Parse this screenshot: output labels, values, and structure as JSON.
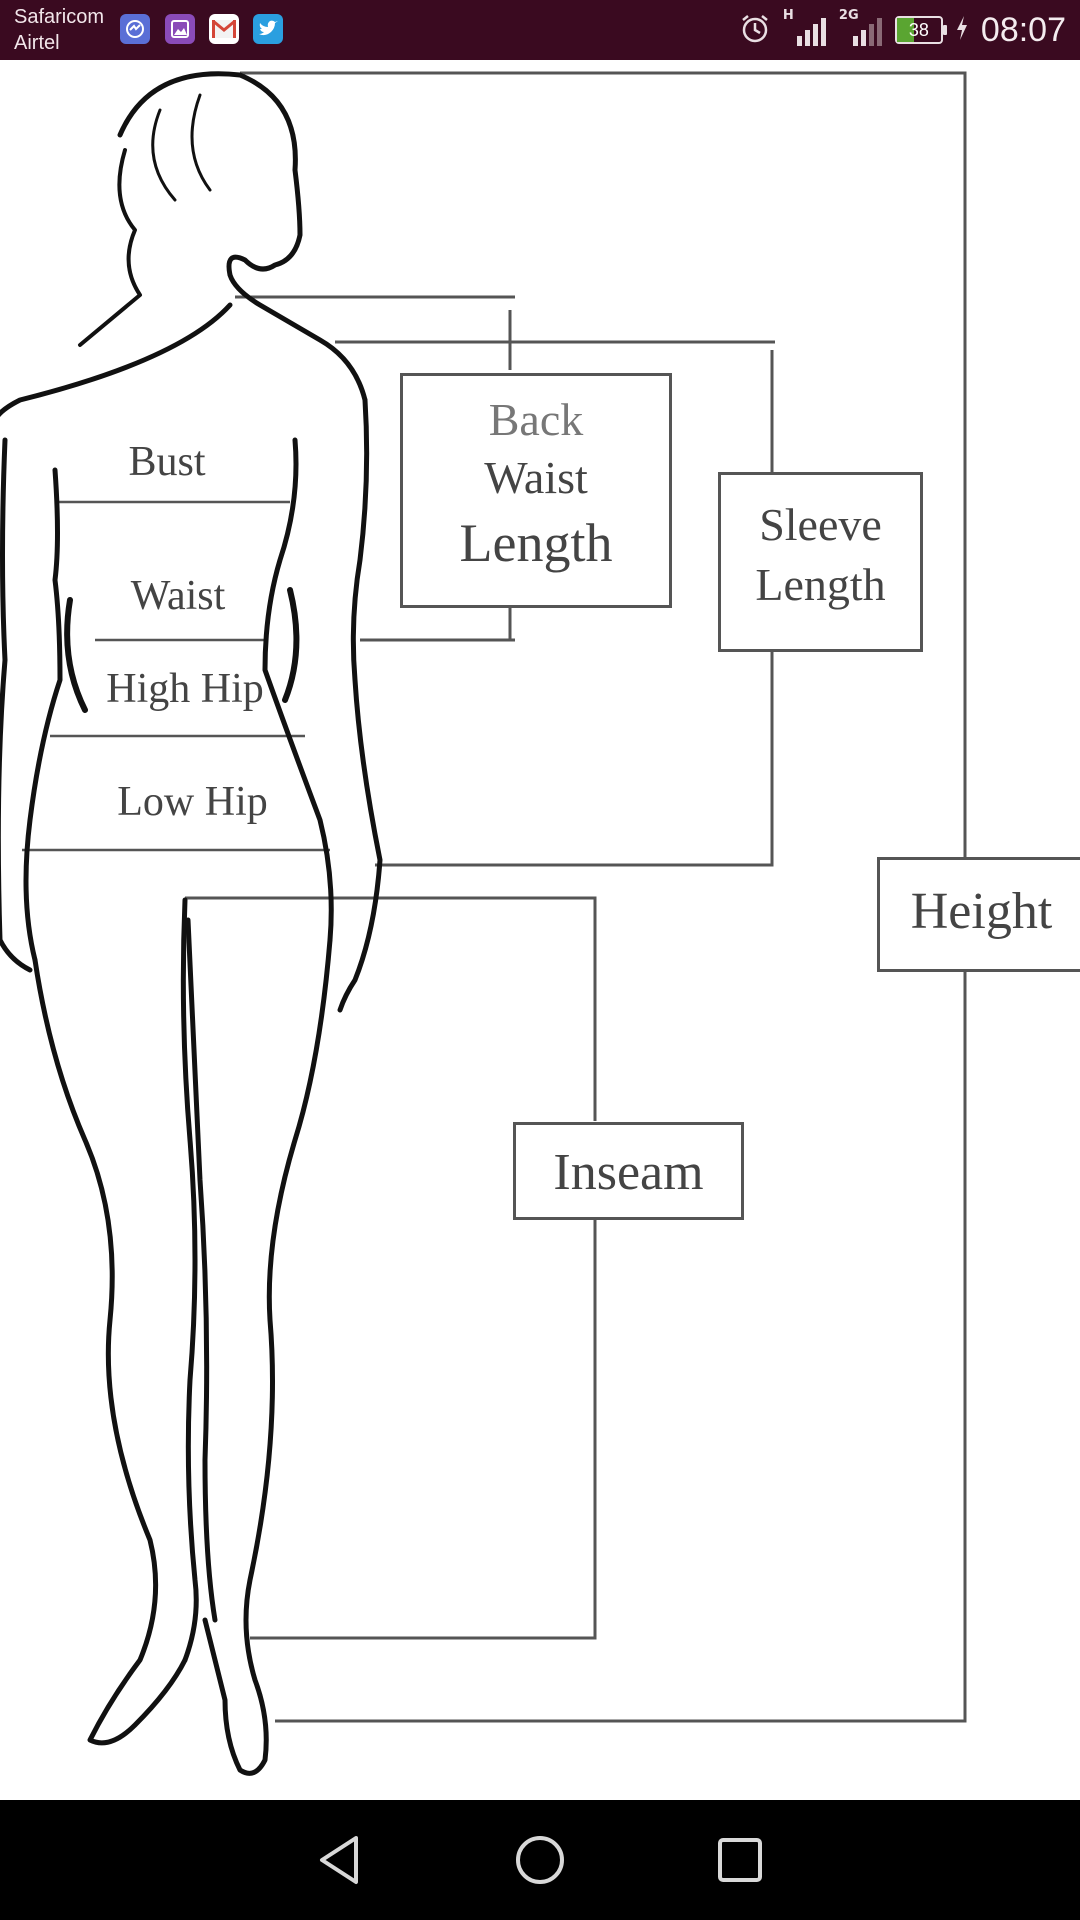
{
  "status_bar": {
    "carrier_1": "Safaricom",
    "carrier_2": "Airtel",
    "notifications": [
      {
        "icon": "messenger-icon",
        "color": "#5a6fd6"
      },
      {
        "icon": "gallery-icon",
        "color": "#8a4bb8"
      },
      {
        "icon": "gmail-icon",
        "color": "#d44638"
      },
      {
        "icon": "twitter-icon",
        "color": "#2a9fe0"
      }
    ],
    "network_1": "H",
    "network_2": "2G",
    "battery_level": "38",
    "time": "08:07",
    "background_color": "#3a0a20"
  },
  "diagram": {
    "labels": {
      "bust": "Bust",
      "waist": "Waist",
      "high_hip": "High Hip",
      "low_hip": "Low Hip",
      "back_waist_length_1": "Back",
      "back_waist_length_2": "Waist",
      "back_waist_length_3": "Length",
      "sleeve_length_1": "Sleeve",
      "sleeve_length_2": "Length",
      "height": "Height",
      "inseam": "Inseam"
    }
  },
  "nav_bar": {
    "back": "back-icon",
    "home": "home-icon",
    "recents": "recents-icon"
  }
}
